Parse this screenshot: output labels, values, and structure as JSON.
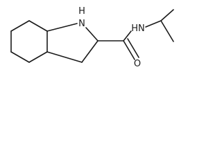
{
  "structure": {
    "atom_labels": {
      "ring_nitrogen": "H\nN",
      "ring_nitrogen_h": "H",
      "ring_nitrogen_n": "N",
      "amide_nh": "HN",
      "carbonyl_oxygen": "O"
    }
  },
  "colors": {
    "bond": "#1a1a1a",
    "background": "#ffffff"
  }
}
